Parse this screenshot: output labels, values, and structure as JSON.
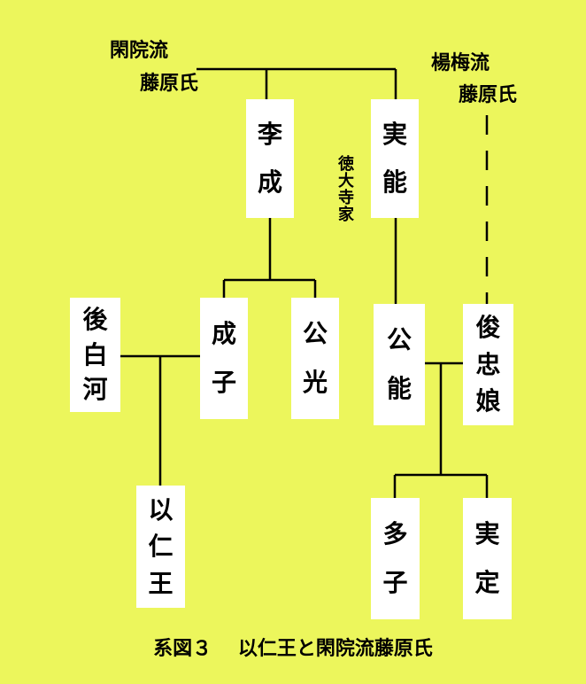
{
  "labels": {
    "kan_in_line1": "閑院流",
    "kan_in_line2": "藤原氏",
    "yobai_line1": "楊梅流",
    "yobai_line2": "藤原氏",
    "tokudaiji": "徳大寺家"
  },
  "people": {
    "suenari": [
      "李",
      "成"
    ],
    "sanetoshi": [
      "実",
      "能"
    ],
    "goshirakawa": [
      "後",
      "白",
      "河"
    ],
    "shigeko": [
      "成",
      "子"
    ],
    "kinmitsu": [
      "公",
      "光"
    ],
    "kinyoshi": [
      "公",
      "能"
    ],
    "toshitada_musume": [
      "俊",
      "忠",
      "娘"
    ],
    "mochihito": [
      "以",
      "仁",
      "王"
    ],
    "kazuko": [
      "多",
      "子"
    ],
    "sanesada": [
      "実",
      "定"
    ]
  },
  "caption": "系図３　 以仁王と閑院流藤原氏",
  "colors": {
    "background": "#ecf65c",
    "box": "#ffffff",
    "line": "#000000"
  }
}
